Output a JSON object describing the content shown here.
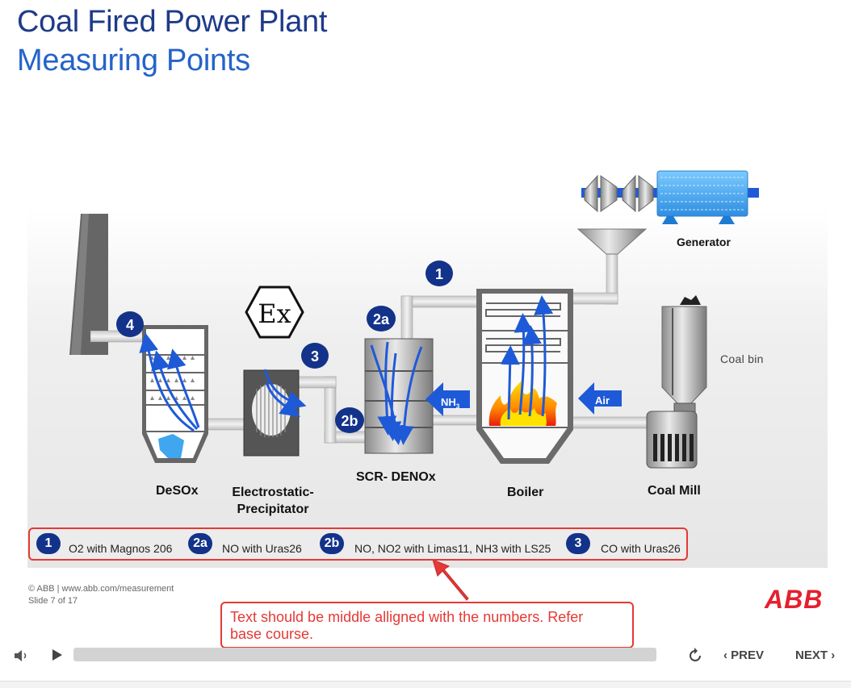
{
  "slide": {
    "title_line1": "Coal Fired Power Plant",
    "title_line2": "Measuring Points"
  },
  "diagram": {
    "labels": {
      "generator": "Generator",
      "coal_bin": "Coal bin",
      "coal_mill": "Coal Mill",
      "boiler": "Boiler",
      "scr": "SCR- DENOx",
      "esp_line1": "Electrostatic-",
      "esp_line2": "Precipitator",
      "desox": "DeSOx",
      "air": "Air",
      "nh3": "NH",
      "nh3_sub": "3",
      "ex_symbol": "Ex"
    },
    "markers": {
      "m1": "1",
      "m2a": "2a",
      "m2b": "2b",
      "m3": "3",
      "m4": "4"
    }
  },
  "legend": {
    "items": [
      {
        "num": "1",
        "text": "O2 with Magnos 206"
      },
      {
        "num": "2a",
        "text": "NO with Uras26"
      },
      {
        "num": "2b",
        "text": "NO, NO2 with Limas11, NH3 with LS25"
      },
      {
        "num": "3",
        "text": "CO with Uras26"
      }
    ]
  },
  "footer": {
    "copyright": "© ABB | www.abb.com/measurement",
    "slide_counter": "Slide 7 of 17"
  },
  "callout": {
    "text": "Text should be middle alligned with the numbers. Refer base course."
  },
  "brand": {
    "logo_text": "ABB",
    "color": "#e5202e"
  },
  "player": {
    "prev_label": "PREV",
    "next_label": "NEXT",
    "progress": 0
  },
  "colors": {
    "marker": "#13328a",
    "arrow": "#1e5ad8",
    "callout": "#e53935",
    "title_dark": "#1e3a8a",
    "title_light": "#2563c9"
  }
}
